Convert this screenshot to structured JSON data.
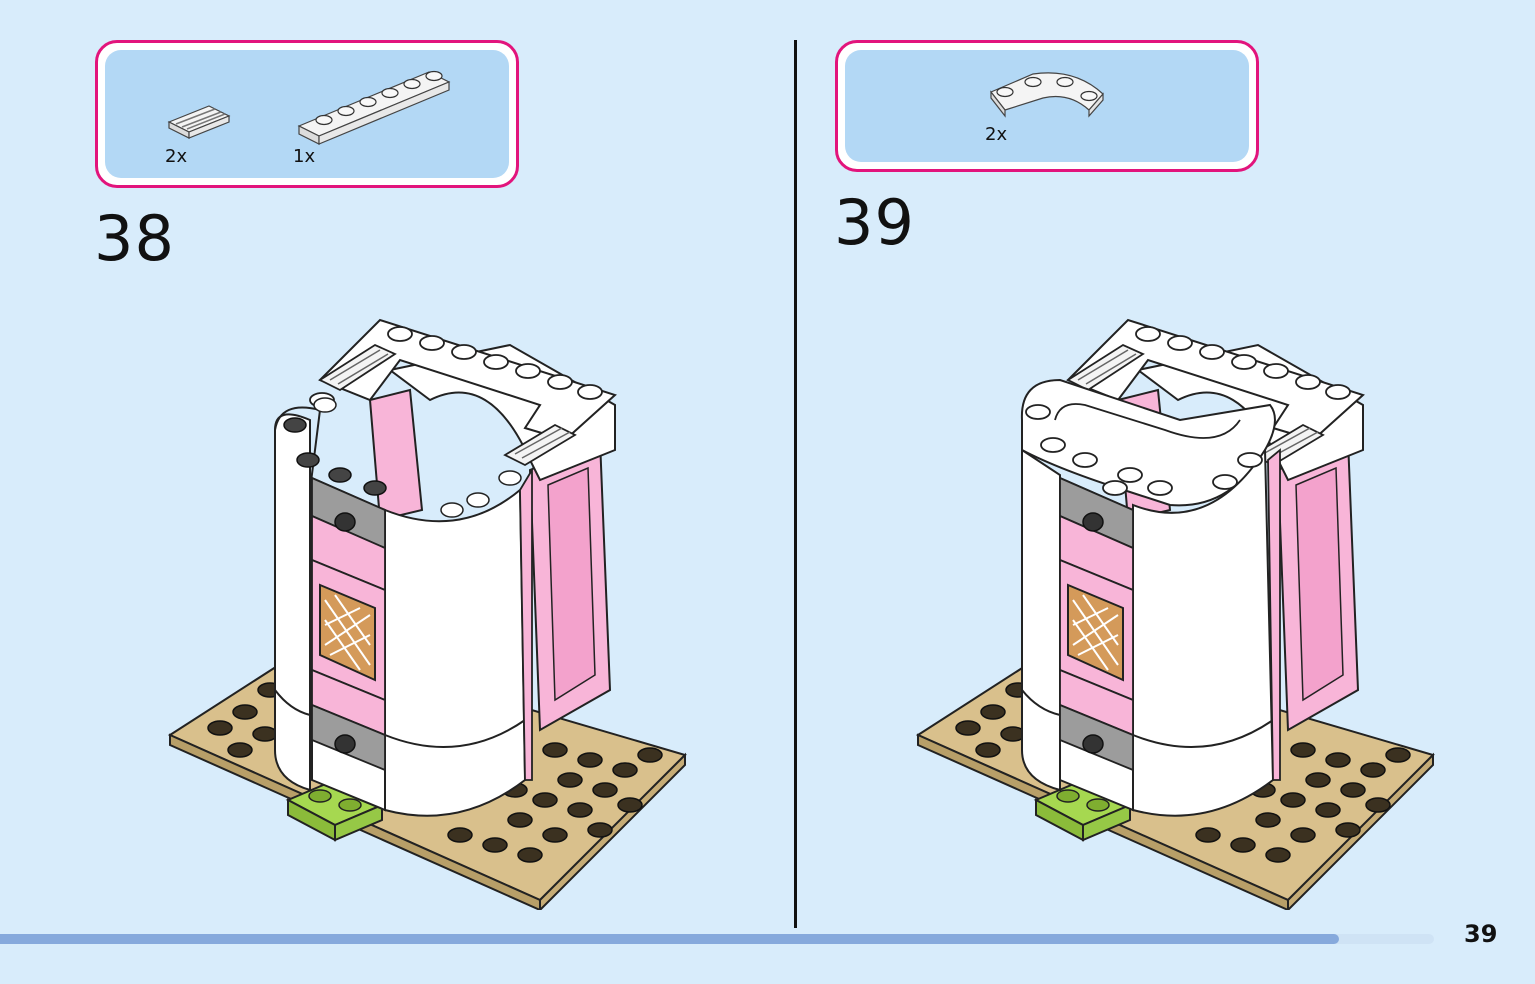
{
  "page": {
    "number": "39",
    "progress": 0.934
  },
  "steps": [
    {
      "number": "38",
      "parts": [
        {
          "qty": "2x",
          "name": "tile-grille-1x2-icon",
          "color": "#f4f4f4"
        },
        {
          "qty": "1x",
          "name": "plate-1x6-icon",
          "color": "#f4f4f4"
        }
      ]
    },
    {
      "number": "39",
      "parts": [
        {
          "qty": "2x",
          "name": "curved-plate-4x4-icon",
          "color": "#f4f4f4"
        }
      ]
    }
  ],
  "colors": {
    "background": "#d8ecfb",
    "callout_border": "#e2147c",
    "callout_fill": "#b3d8f5",
    "pink": "#f8b5d8",
    "tan": "#d9c08c",
    "lime": "#a6d850",
    "gray": "#9c9c9c",
    "white": "#ffffff"
  }
}
